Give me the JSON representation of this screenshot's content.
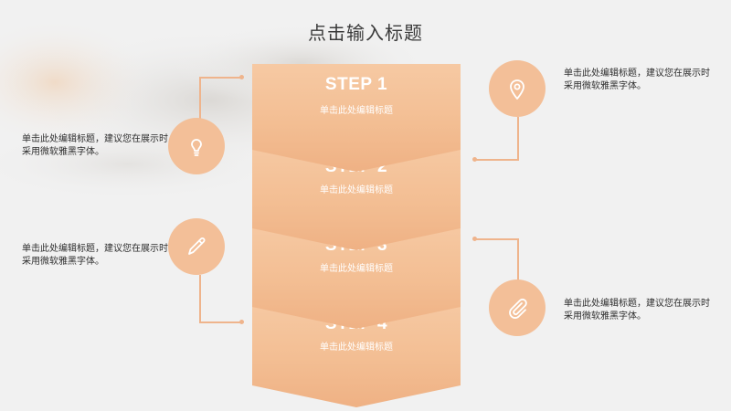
{
  "slide": {
    "title": "点击输入标题"
  },
  "steps": [
    {
      "label": "STEP 1",
      "subtitle": "单击此处编辑标题"
    },
    {
      "label": "STEP 2",
      "subtitle": "单击此处编辑标题"
    },
    {
      "label": "STEP 3",
      "subtitle": "单击此处编辑标题"
    },
    {
      "label": "STEP 4",
      "subtitle": "单击此处编辑标题"
    }
  ],
  "callouts": {
    "top_left": {
      "icon": "lightbulb-icon",
      "text": "单击此处编辑标题，建议您在展示时采用微软雅黑字体。"
    },
    "top_right": {
      "icon": "map-pin-icon",
      "text": "单击此处编辑标题，建议您在展示时采用微软雅黑字体。"
    },
    "bottom_left": {
      "icon": "pencil-icon",
      "text": "单击此处编辑标题，建议您在展示时采用微软雅黑字体。"
    },
    "bottom_right": {
      "icon": "paperclip-icon",
      "text": "单击此处编辑标题，建议您在展示时采用微软雅黑字体。"
    }
  },
  "colors": {
    "accent": "#f3be93",
    "line": "#efb48c",
    "background": "#f1f1f1",
    "text": "#2d2d2d"
  }
}
